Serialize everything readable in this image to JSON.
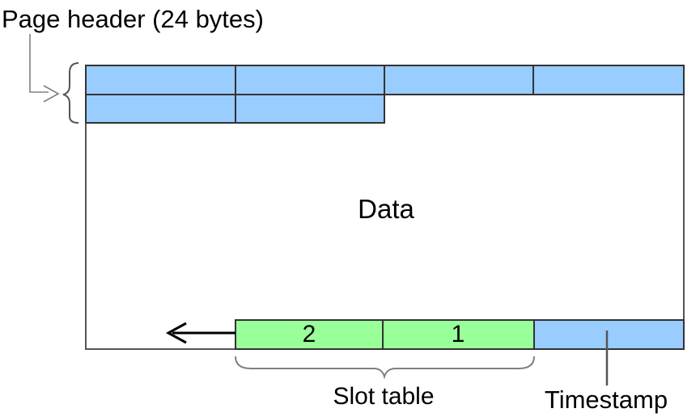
{
  "diagram": {
    "page_header_label": "Page header (24 bytes)",
    "data_label": "Data",
    "slot_table_label": "Slot table",
    "timestamp_label": "Timestamp",
    "slots": [
      {
        "label": "2"
      },
      {
        "label": "1"
      }
    ],
    "header_rows": {
      "row1_cell_count": 4,
      "row2_cell_count": 2
    }
  },
  "colors": {
    "header_cell_blue": "#99ccff",
    "slot_green": "#99ff99",
    "cell_border": "#333333",
    "page_border": "#555555",
    "annotation_gray": "#808080",
    "arrow_black": "#000000",
    "background": "#ffffff"
  }
}
